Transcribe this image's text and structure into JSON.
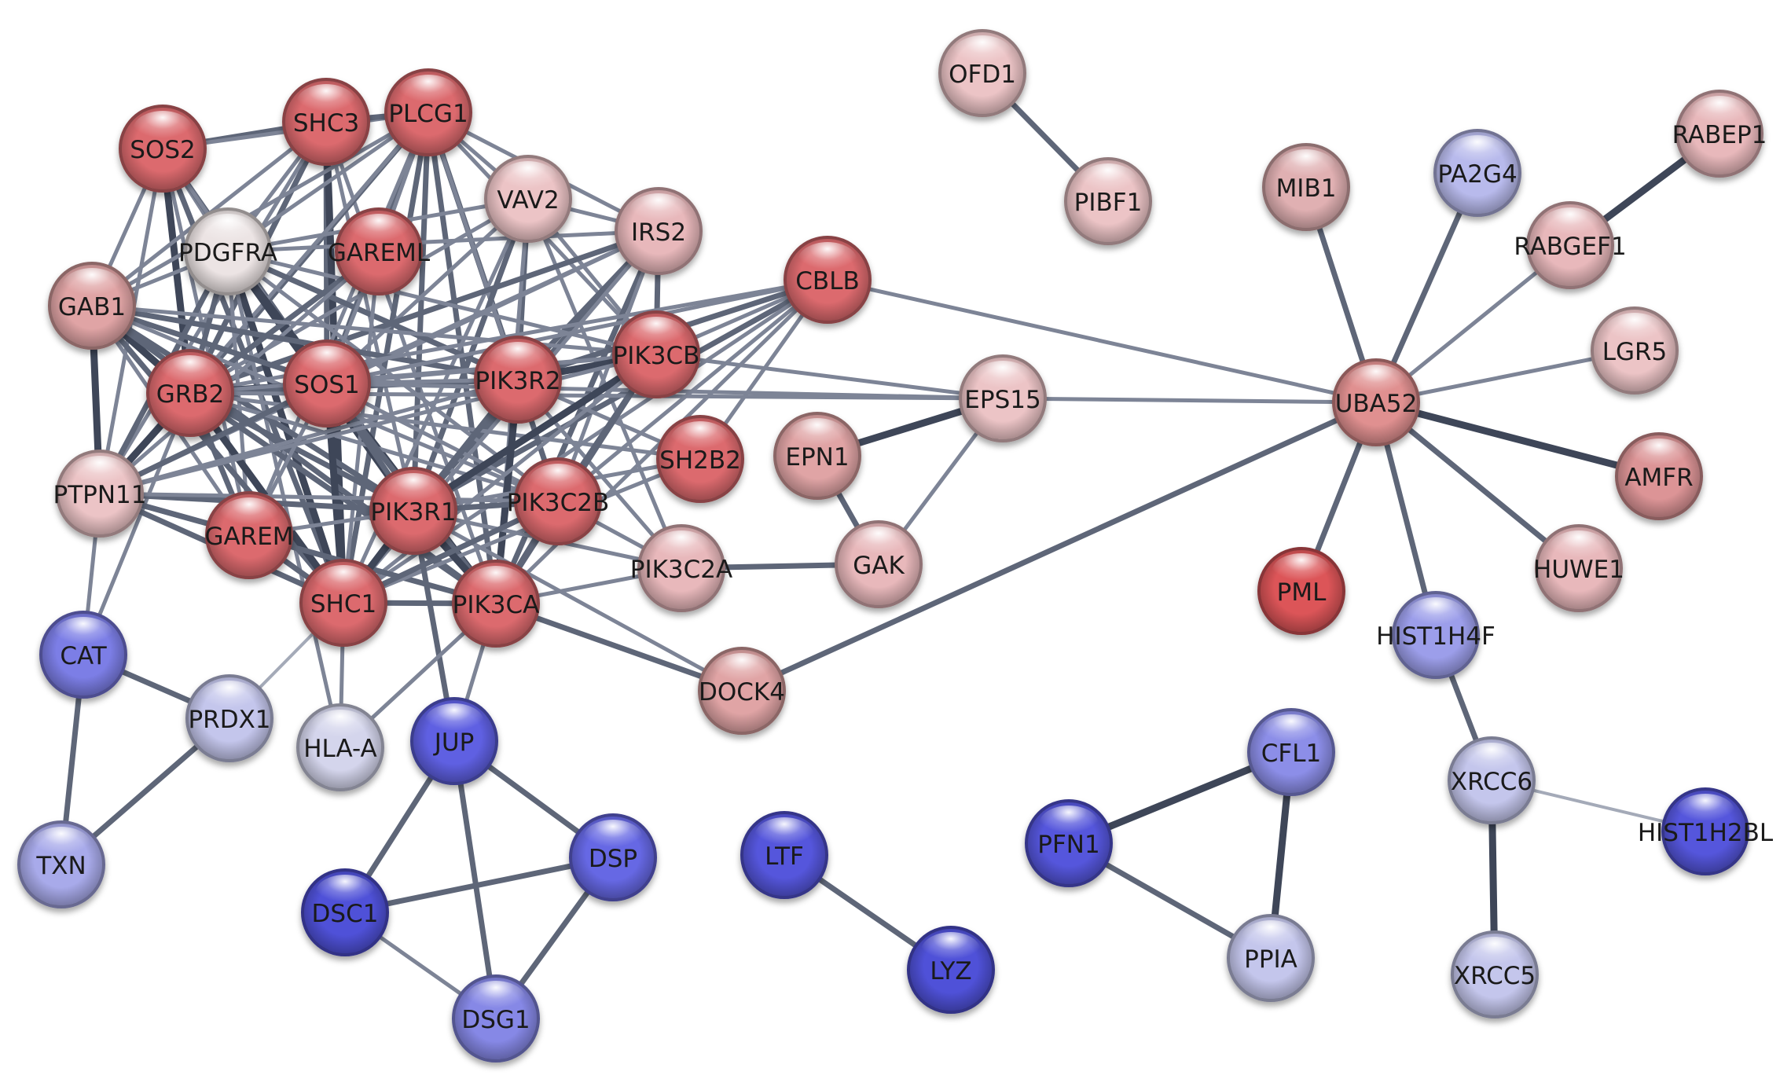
{
  "diagram": {
    "type": "protein-interaction-network",
    "nodes": [
      {
        "id": "SOS2",
        "label": "SOS2",
        "color": "#dc6b6e"
      },
      {
        "id": "SHC3",
        "label": "SHC3",
        "color": "#dc6b6e"
      },
      {
        "id": "PLCG1",
        "label": "PLCG1",
        "color": "#dc6b6e"
      },
      {
        "id": "VAV2",
        "label": "VAV2",
        "color": "#ecc4c6"
      },
      {
        "id": "IRS2",
        "label": "IRS2",
        "color": "#e8b8bb"
      },
      {
        "id": "PDGFRA",
        "label": "PDGFRA",
        "color": "#ece4e4"
      },
      {
        "id": "GAREML",
        "label": "GAREML",
        "color": "#dc6b6e"
      },
      {
        "id": "GAB1",
        "label": "GAB1",
        "color": "#e0a4a5"
      },
      {
        "id": "CBLB",
        "label": "CBLB",
        "color": "#dc6b6e"
      },
      {
        "id": "GRB2",
        "label": "GRB2",
        "color": "#dc6b6e"
      },
      {
        "id": "SOS1",
        "label": "SOS1",
        "color": "#dc6b6e"
      },
      {
        "id": "PIK3R2",
        "label": "PIK3R2",
        "color": "#dc6b6e"
      },
      {
        "id": "PIK3CB",
        "label": "PIK3CB",
        "color": "#dc6b6e"
      },
      {
        "id": "EPS15",
        "label": "EPS15",
        "color": "#ecc4c6"
      },
      {
        "id": "PTPN11",
        "label": "PTPN11",
        "color": "#ecc4c6"
      },
      {
        "id": "SH2B2",
        "label": "SH2B2",
        "color": "#dc6b6e"
      },
      {
        "id": "EPN1",
        "label": "EPN1",
        "color": "#e0a4a5"
      },
      {
        "id": "PIK3R1",
        "label": "PIK3R1",
        "color": "#dc6b6e"
      },
      {
        "id": "PIK3C2B",
        "label": "PIK3C2B",
        "color": "#dc6b6e"
      },
      {
        "id": "GAREM",
        "label": "GAREM",
        "color": "#dc6b6e"
      },
      {
        "id": "PIK3C2A",
        "label": "PIK3C2A",
        "color": "#e8b8bb"
      },
      {
        "id": "GAK",
        "label": "GAK",
        "color": "#e8b8bb"
      },
      {
        "id": "SHC1",
        "label": "SHC1",
        "color": "#dc6b6e"
      },
      {
        "id": "PIK3CA",
        "label": "PIK3CA",
        "color": "#dc6b6e"
      },
      {
        "id": "CAT",
        "label": "CAT",
        "color": "#7c7ee6"
      },
      {
        "id": "PRDX1",
        "label": "PRDX1",
        "color": "#c4c6ec"
      },
      {
        "id": "DOCK4",
        "label": "DOCK4",
        "color": "#e0a4a5"
      },
      {
        "id": "HLA-A",
        "label": "HLA-A",
        "color": "#d4d5ec"
      },
      {
        "id": "JUP",
        "label": "JUP",
        "color": "#5e60e2"
      },
      {
        "id": "TXN",
        "label": "TXN",
        "color": "#a8aaea"
      },
      {
        "id": "DSP",
        "label": "DSP",
        "color": "#6668e4"
      },
      {
        "id": "DSC1",
        "label": "DSC1",
        "color": "#4f51d8"
      },
      {
        "id": "DSG1",
        "label": "DSG1",
        "color": "#8688e6"
      },
      {
        "id": "LTF",
        "label": "LTF",
        "color": "#5557dc"
      },
      {
        "id": "LYZ",
        "label": "LYZ",
        "color": "#4f51d8"
      },
      {
        "id": "OFD1",
        "label": "OFD1",
        "color": "#ecc4c6"
      },
      {
        "id": "PIBF1",
        "label": "PIBF1",
        "color": "#ecc4c6"
      },
      {
        "id": "MIB1",
        "label": "MIB1",
        "color": "#e0b0b2"
      },
      {
        "id": "PA2G4",
        "label": "PA2G4",
        "color": "#b8baec"
      },
      {
        "id": "RABEP1",
        "label": "RABEP1",
        "color": "#e8b8bb"
      },
      {
        "id": "RABGEF1",
        "label": "RABGEF1",
        "color": "#e8b8bb"
      },
      {
        "id": "LGR5",
        "label": "LGR5",
        "color": "#ecc4c6"
      },
      {
        "id": "UBA52",
        "label": "UBA52",
        "color": "#e09090"
      },
      {
        "id": "AMFR",
        "label": "AMFR",
        "color": "#dc9496"
      },
      {
        "id": "HUWE1",
        "label": "HUWE1",
        "color": "#e8b8bb"
      },
      {
        "id": "PML",
        "label": "PML",
        "color": "#dc5558"
      },
      {
        "id": "HIST1H4F",
        "label": "HIST1H4F",
        "color": "#9c9eea"
      },
      {
        "id": "CFL1",
        "label": "CFL1",
        "color": "#8c8ee8"
      },
      {
        "id": "PFN1",
        "label": "PFN1",
        "color": "#5557dc"
      },
      {
        "id": "XRCC6",
        "label": "XRCC6",
        "color": "#c4c6ec"
      },
      {
        "id": "HIST1H2BL",
        "label": "HIST1H2BL",
        "color": "#5557dc"
      },
      {
        "id": "PPIA",
        "label": "PPIA",
        "color": "#c4c6ec"
      },
      {
        "id": "XRCC5",
        "label": "XRCC5",
        "color": "#c4c6ec"
      }
    ],
    "edges": [
      [
        "SOS2",
        "SHC3",
        2
      ],
      [
        "SOS2",
        "PLCG1",
        1
      ],
      [
        "SOS2",
        "PDGFRA",
        1
      ],
      [
        "SOS2",
        "GAB1",
        1
      ],
      [
        "SOS2",
        "GRB2",
        3
      ],
      [
        "SOS2",
        "SOS1",
        2
      ],
      [
        "SOS2",
        "PTPN11",
        1
      ],
      [
        "SOS2",
        "SHC1",
        2
      ],
      [
        "SOS2",
        "GAREM",
        1
      ],
      [
        "SOS2",
        "PIK3R1",
        1
      ],
      [
        "SHC3",
        "PLCG1",
        2
      ],
      [
        "SHC3",
        "PDGFRA",
        1
      ],
      [
        "SHC3",
        "GAB1",
        1
      ],
      [
        "SHC3",
        "GRB2",
        2
      ],
      [
        "SHC3",
        "SOS1",
        2
      ],
      [
        "SHC3",
        "PTPN11",
        1
      ],
      [
        "SHC3",
        "SHC1",
        3
      ],
      [
        "SHC3",
        "PIK3R1",
        1
      ],
      [
        "SHC3",
        "PIK3CA",
        1
      ],
      [
        "PLCG1",
        "VAV2",
        1
      ],
      [
        "PLCG1",
        "IRS2",
        1
      ],
      [
        "PLCG1",
        "PDGFRA",
        1
      ],
      [
        "PLCG1",
        "GAB1",
        1
      ],
      [
        "PLCG1",
        "GRB2",
        2
      ],
      [
        "PLCG1",
        "SOS1",
        2
      ],
      [
        "PLCG1",
        "PIK3R2",
        2
      ],
      [
        "PLCG1",
        "PIK3CB",
        1
      ],
      [
        "PLCG1",
        "PTPN11",
        1
      ],
      [
        "PLCG1",
        "PIK3R1",
        2
      ],
      [
        "PLCG1",
        "PIK3C2B",
        1
      ],
      [
        "PLCG1",
        "SHC1",
        2
      ],
      [
        "PLCG1",
        "PIK3CA",
        2
      ],
      [
        "PLCG1",
        "GAREM",
        1
      ],
      [
        "PLCG1",
        "GAREML",
        1
      ],
      [
        "VAV2",
        "IRS2",
        1
      ],
      [
        "VAV2",
        "PDGFRA",
        1
      ],
      [
        "VAV2",
        "GRB2",
        1
      ],
      [
        "VAV2",
        "SOS1",
        1
      ],
      [
        "VAV2",
        "PIK3R2",
        2
      ],
      [
        "VAV2",
        "PIK3CB",
        1
      ],
      [
        "VAV2",
        "PIK3R1",
        2
      ],
      [
        "VAV2",
        "SHC1",
        1
      ],
      [
        "VAV2",
        "PIK3CA",
        1
      ],
      [
        "VAV2",
        "PIK3C2A",
        1
      ],
      [
        "IRS2",
        "PDGFRA",
        1
      ],
      [
        "IRS2",
        "GRB2",
        2
      ],
      [
        "IRS2",
        "SOS1",
        1
      ],
      [
        "IRS2",
        "PIK3R2",
        2
      ],
      [
        "IRS2",
        "PIK3CB",
        2
      ],
      [
        "IRS2",
        "PIK3R1",
        2
      ],
      [
        "IRS2",
        "PIK3CA",
        2
      ],
      [
        "IRS2",
        "PTPN11",
        1
      ],
      [
        "IRS2",
        "SHC1",
        1
      ],
      [
        "IRS2",
        "PIK3C2B",
        1
      ],
      [
        "PDGFRA",
        "GAB1",
        1
      ],
      [
        "PDGFRA",
        "GRB2",
        2
      ],
      [
        "PDGFRA",
        "SOS1",
        2
      ],
      [
        "PDGFRA",
        "PIK3R2",
        2
      ],
      [
        "PDGFRA",
        "PIK3CB",
        1
      ],
      [
        "PDGFRA",
        "PTPN11",
        2
      ],
      [
        "PDGFRA",
        "PIK3R1",
        3
      ],
      [
        "PDGFRA",
        "SHC1",
        3
      ],
      [
        "PDGFRA",
        "PIK3CA",
        3
      ],
      [
        "PDGFRA",
        "GAREM",
        1
      ],
      [
        "PDGFRA",
        "PIK3C2B",
        1
      ],
      [
        "PDGFRA",
        "HLA-A",
        1
      ],
      [
        "GAREML",
        "GRB2",
        2
      ],
      [
        "GAREML",
        "SOS1",
        1
      ],
      [
        "GAREML",
        "PTPN11",
        1
      ],
      [
        "GAREML",
        "SHC1",
        1
      ],
      [
        "GAB1",
        "GRB2",
        3
      ],
      [
        "GAB1",
        "SOS1",
        2
      ],
      [
        "GAB1",
        "PIK3R2",
        2
      ],
      [
        "GAB1",
        "PIK3CB",
        1
      ],
      [
        "GAB1",
        "PTPN11",
        3
      ],
      [
        "GAB1",
        "PIK3R1",
        2
      ],
      [
        "GAB1",
        "SHC1",
        2
      ],
      [
        "GAB1",
        "PIK3CA",
        2
      ],
      [
        "GAB1",
        "GAREM",
        1
      ],
      [
        "GAB1",
        "PIK3C2B",
        1
      ],
      [
        "CBLB",
        "GRB2",
        1
      ],
      [
        "CBLB",
        "SOS1",
        1
      ],
      [
        "CBLB",
        "PIK3R2",
        2
      ],
      [
        "CBLB",
        "PIK3CB",
        1
      ],
      [
        "CBLB",
        "PIK3R1",
        2
      ],
      [
        "CBLB",
        "SHC1",
        1
      ],
      [
        "CBLB",
        "PIK3CA",
        1
      ],
      [
        "CBLB",
        "SH2B2",
        1
      ],
      [
        "CBLB",
        "UBA52",
        1
      ],
      [
        "CBLB",
        "PIK3C2B",
        1
      ],
      [
        "GRB2",
        "SOS1",
        3
      ],
      [
        "GRB2",
        "PIK3R2",
        2
      ],
      [
        "GRB2",
        "PIK3CB",
        1
      ],
      [
        "GRB2",
        "PTPN11",
        3
      ],
      [
        "GRB2",
        "PIK3R1",
        2
      ],
      [
        "GRB2",
        "PIK3C2B",
        1
      ],
      [
        "GRB2",
        "GAREM",
        2
      ],
      [
        "GRB2",
        "SHC1",
        3
      ],
      [
        "GRB2",
        "PIK3CA",
        2
      ],
      [
        "GRB2",
        "SH2B2",
        1
      ],
      [
        "GRB2",
        "EPS15",
        1
      ],
      [
        "GRB2",
        "CAT",
        1
      ],
      [
        "SOS1",
        "PIK3R2",
        1
      ],
      [
        "SOS1",
        "PIK3CB",
        1
      ],
      [
        "SOS1",
        "PTPN11",
        2
      ],
      [
        "SOS1",
        "PIK3R1",
        2
      ],
      [
        "SOS1",
        "PIK3C2B",
        1
      ],
      [
        "SOS1",
        "GAREM",
        1
      ],
      [
        "SOS1",
        "SHC1",
        3
      ],
      [
        "SOS1",
        "PIK3CA",
        2
      ],
      [
        "SOS1",
        "EPS15",
        1
      ],
      [
        "PIK3R2",
        "PIK3CB",
        3
      ],
      [
        "PIK3R2",
        "PTPN11",
        1
      ],
      [
        "PIK3R2",
        "PIK3R1",
        2
      ],
      [
        "PIK3R2",
        "PIK3C2B",
        2
      ],
      [
        "PIK3R2",
        "SHC1",
        2
      ],
      [
        "PIK3R2",
        "PIK3CA",
        3
      ],
      [
        "PIK3R2",
        "PIK3C2A",
        1
      ],
      [
        "PIK3R2",
        "SH2B2",
        1
      ],
      [
        "PIK3CB",
        "PIK3R1",
        3
      ],
      [
        "PIK3CB",
        "PIK3C2B",
        2
      ],
      [
        "PIK3CB",
        "PIK3CA",
        2
      ],
      [
        "PIK3CB",
        "SHC1",
        1
      ],
      [
        "PIK3CB",
        "PTPN11",
        1
      ],
      [
        "PIK3CB",
        "EPS15",
        1
      ],
      [
        "PTPN11",
        "PIK3R1",
        2
      ],
      [
        "PTPN11",
        "GAREM",
        2
      ],
      [
        "PTPN11",
        "SHC1",
        2
      ],
      [
        "PTPN11",
        "PIK3CA",
        2
      ],
      [
        "PTPN11",
        "CAT",
        1
      ],
      [
        "PTPN11",
        "PIK3C2B",
        1
      ],
      [
        "SH2B2",
        "PIK3R1",
        1
      ],
      [
        "SH2B2",
        "SHC1",
        1
      ],
      [
        "EPN1",
        "EPS15",
        3
      ],
      [
        "EPN1",
        "GAK",
        2
      ],
      [
        "EPS15",
        "GAK",
        1
      ],
      [
        "EPS15",
        "UBA52",
        1
      ],
      [
        "PIK3R1",
        "PIK3C2B",
        2
      ],
      [
        "PIK3R1",
        "SHC1",
        3
      ],
      [
        "PIK3R1",
        "PIK3CA",
        3
      ],
      [
        "PIK3R1",
        "GAREM",
        1
      ],
      [
        "PIK3R1",
        "PIK3C2A",
        1
      ],
      [
        "PIK3R1",
        "JUP",
        2
      ],
      [
        "PIK3R1",
        "DOCK4",
        1
      ],
      [
        "PIK3C2B",
        "PIK3CA",
        2
      ],
      [
        "PIK3C2B",
        "SHC1",
        2
      ],
      [
        "PIK3C2B",
        "PIK3C2A",
        1
      ],
      [
        "GAREM",
        "SHC1",
        2
      ],
      [
        "PIK3C2A",
        "GAK",
        2
      ],
      [
        "PIK3C2A",
        "PIK3CA",
        1
      ],
      [
        "SHC1",
        "PIK3CA",
        2
      ],
      [
        "SHC1",
        "HLA-A",
        1
      ],
      [
        "SHC1",
        "PRDX1",
        0
      ],
      [
        "PIK3CA",
        "JUP",
        1
      ],
      [
        "PIK3CA",
        "HLA-A",
        1
      ],
      [
        "PIK3CA",
        "DOCK4",
        2
      ],
      [
        "DOCK4",
        "UBA52",
        2
      ],
      [
        "CAT",
        "PRDX1",
        2
      ],
      [
        "CAT",
        "TXN",
        2
      ],
      [
        "PRDX1",
        "TXN",
        2
      ],
      [
        "JUP",
        "DSC1",
        2
      ],
      [
        "JUP",
        "DSP",
        2
      ],
      [
        "JUP",
        "DSG1",
        2
      ],
      [
        "DSP",
        "DSC1",
        2
      ],
      [
        "DSP",
        "DSG1",
        2
      ],
      [
        "DSC1",
        "DSG1",
        1
      ],
      [
        "LTF",
        "LYZ",
        2
      ],
      [
        "OFD1",
        "PIBF1",
        2
      ],
      [
        "MIB1",
        "UBA52",
        2
      ],
      [
        "PA2G4",
        "UBA52",
        2
      ],
      [
        "RABGEF1",
        "UBA52",
        1
      ],
      [
        "RABEP1",
        "RABGEF1",
        3
      ],
      [
        "LGR5",
        "UBA52",
        1
      ],
      [
        "AMFR",
        "UBA52",
        3
      ],
      [
        "HUWE1",
        "UBA52",
        2
      ],
      [
        "PML",
        "UBA52",
        2
      ],
      [
        "HIST1H4F",
        "UBA52",
        2
      ],
      [
        "HIST1H4F",
        "XRCC6",
        2
      ],
      [
        "XRCC6",
        "HIST1H2BL",
        0
      ],
      [
        "XRCC6",
        "XRCC5",
        3
      ],
      [
        "PFN1",
        "CFL1",
        3
      ],
      [
        "PFN1",
        "PPIA",
        2
      ],
      [
        "CFL1",
        "PPIA",
        3
      ]
    ]
  }
}
